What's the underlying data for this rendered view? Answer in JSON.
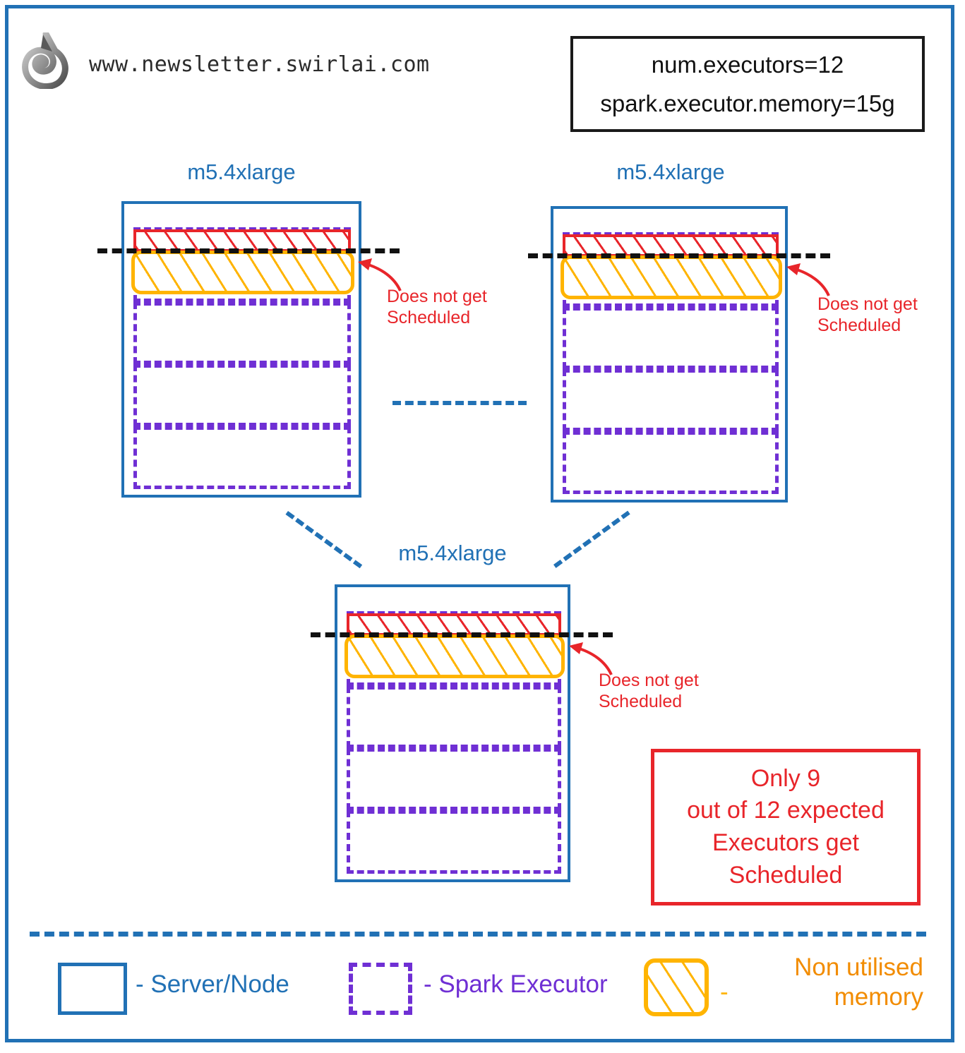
{
  "frame": {
    "border_color": "#2171b5"
  },
  "header": {
    "logo_icon": "spiral-swirl-logo",
    "brand_text": "www.newsletter.swirlai.com",
    "config": {
      "line1": "num.executors=12",
      "line2": "spark.executor.memory=15g"
    }
  },
  "nodes": [
    {
      "title": "m5.4xlarge",
      "executor_slots": 4,
      "annotation": {
        "line1": "Does not get",
        "line2": "Scheduled"
      }
    },
    {
      "title": "m5.4xlarge",
      "executor_slots": 4,
      "annotation": {
        "line1": "Does not get",
        "line2": "Scheduled"
      }
    },
    {
      "title": "m5.4xlarge",
      "executor_slots": 4,
      "annotation": {
        "line1": "Does not get",
        "line2": "Scheduled"
      }
    }
  ],
  "conclusion": {
    "line1": "Only 9",
    "line2": "out of 12 expected",
    "line3": "Executors get",
    "line4": "Scheduled"
  },
  "legend": {
    "node": {
      "label": "- Server/Node",
      "color": "#2171b5"
    },
    "executor": {
      "label": "- Spark Executor",
      "color": "#6f2fd4"
    },
    "memory": {
      "dash": "-",
      "line1": "Non utilised",
      "line2": "memory",
      "color": "#f28c00"
    }
  },
  "colors": {
    "node_blue": "#2171b5",
    "executor_purple": "#6f2fd4",
    "unused_yellow": "#ffb400",
    "overflow_red": "#e8252a",
    "limit_black": "#111111"
  }
}
